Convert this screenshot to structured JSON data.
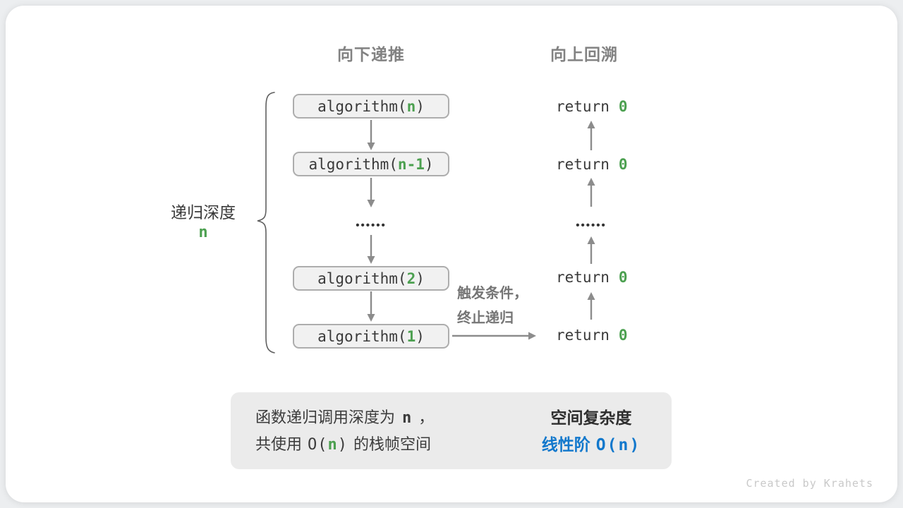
{
  "colors": {
    "green": "#4CA050",
    "blue": "#1278CC",
    "header_gray": "#828282",
    "code_dark": "#3A3A3A",
    "arrow_gray": "#8C8C8C",
    "box_bg": "#F1F1F1",
    "summary_bg": "#EBEBEB"
  },
  "headers": {
    "downward": "向下递推",
    "upward": "向上回溯"
  },
  "depth_label": {
    "text": "递归深度",
    "value": "n"
  },
  "flow": {
    "ellipsis": "••••••",
    "calls": [
      {
        "pre": "algorithm(",
        "arg": "n",
        "post": ")"
      },
      {
        "pre": "algorithm(",
        "arg": "n-1",
        "post": ")"
      },
      {
        "pre": "algorithm(",
        "arg": "2",
        "post": ")"
      },
      {
        "pre": "algorithm(",
        "arg": "1",
        "post": ")"
      }
    ],
    "returns": [
      {
        "pre": "return",
        "val": "0"
      },
      {
        "pre": "return",
        "val": "0"
      },
      {
        "pre": "return",
        "val": "0"
      },
      {
        "pre": "return",
        "val": "0"
      }
    ]
  },
  "base_case_note": {
    "line1": "触发条件，",
    "line2": "终止递归"
  },
  "summary": {
    "line1": {
      "pre": "函数递归调用深度为",
      "arg": "n",
      "post": "，"
    },
    "line2": {
      "pre": "共使用",
      "code_open": "O(",
      "arg": "n",
      "code_close": ")",
      "post": "的栈帧空间"
    },
    "right_title": "空间复杂度",
    "right_label": "线性阶",
    "right_code": "O(n)"
  },
  "icons": {
    "down_arrow": "arrow-down",
    "up_arrow": "arrow-up",
    "terminate_arrow": "arrow-right",
    "implies_arrow": "block-arrow-right",
    "brace": "curly-brace-left"
  },
  "watermark": "Created by Krahets"
}
